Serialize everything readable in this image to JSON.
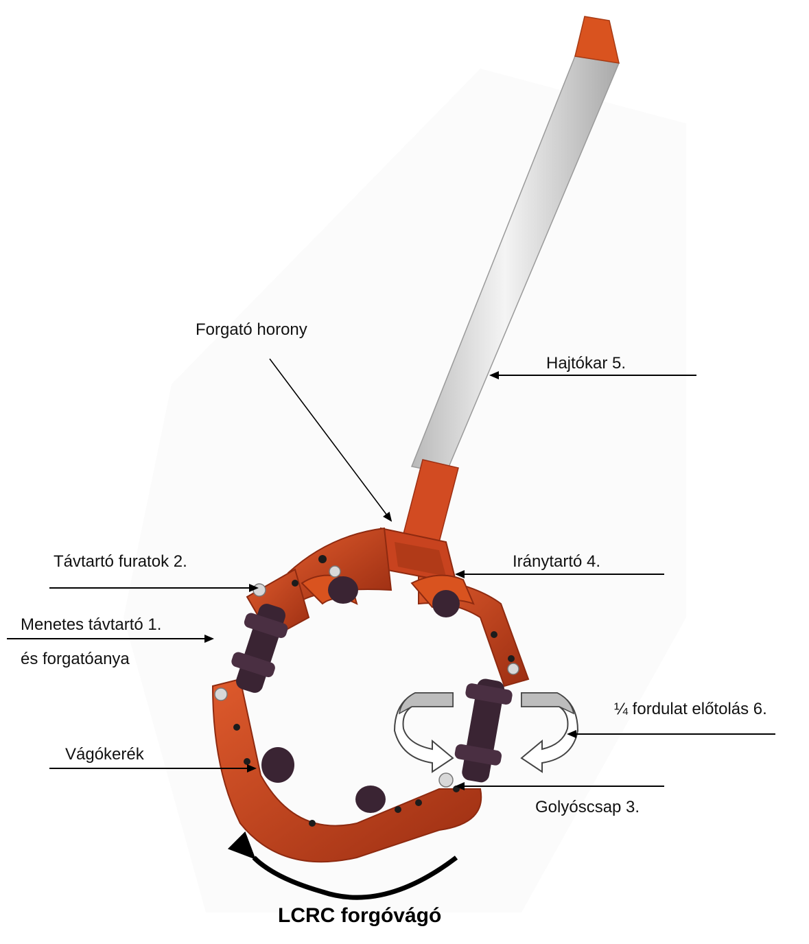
{
  "labels": {
    "forgato_horony": "Forgató horony",
    "hajtokar": "Hajtókar 5.",
    "tavtarto_furatok": "Távtartó furatok 2.",
    "iranytarto": "Iránytartó 4.",
    "menetes_tavtarto": "Menetes távtartó 1.",
    "es_forgatoanya": "és forgatóanya",
    "fordulat_elotolas": "¼ fordulat előtolás 6.",
    "vagokerek": "Vágókerék",
    "golyoscsap": "Golyóscsap 3."
  },
  "caption": "LCRC forgóvágó",
  "colors": {
    "tool_body": "#c8431f",
    "tool_dark": "#8e2a10",
    "handle": "#dcdcdc",
    "handle_cap": "#d9531f",
    "rubber": "#3a2433",
    "arrow": "#000000"
  }
}
